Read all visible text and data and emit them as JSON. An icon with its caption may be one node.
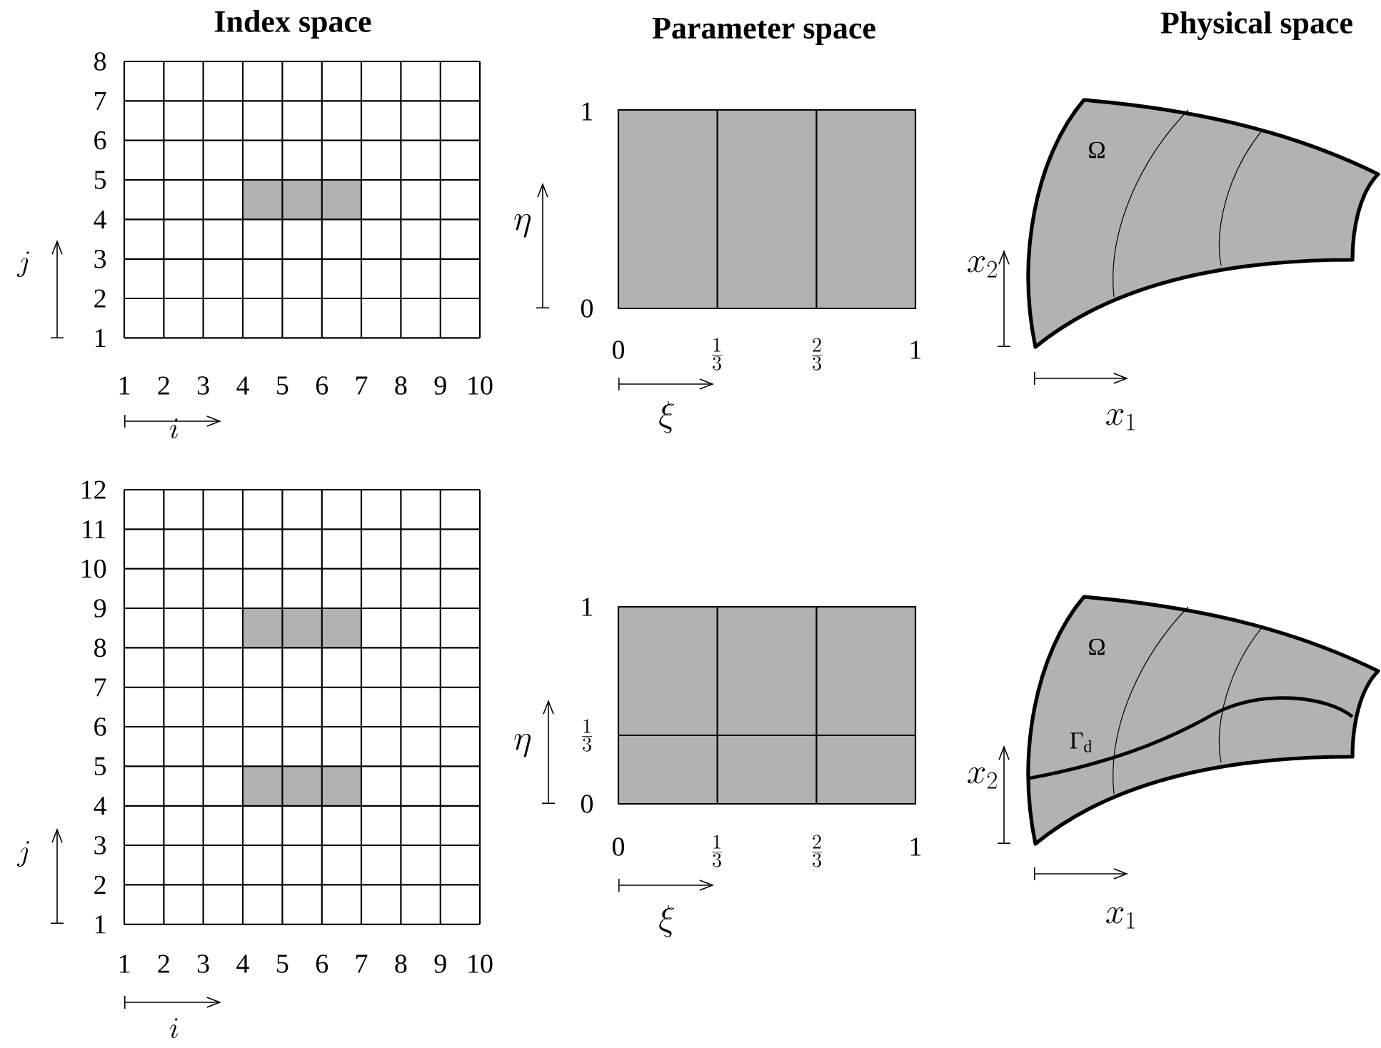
{
  "diagram": {
    "nodes": [
      {
        "text": [
          "Ω"
        ]
      },
      {
        "text": [
          "Ω",
          "Γ$_{d}$"
        ]
      }
    ],
    "labels": [
      "Index space",
      "Parameter space",
      "Physical space",
      "8",
      "7",
      "6",
      "5",
      "4",
      "3",
      "2",
      "1",
      "j",
      "1",
      "2",
      "3",
      "4",
      "5",
      "6",
      "7",
      "8",
      "9",
      "10",
      "i",
      "1",
      "\\eta",
      "0",
      "0",
      "\\frac{1}{3}",
      "\\frac{2}{3}",
      "1",
      "\\xi",
      "x_2",
      "x_1",
      "12",
      "11",
      "10",
      "9",
      "8",
      "7",
      "6",
      "5",
      "4",
      "3",
      "2",
      "1",
      "j",
      "1",
      "2",
      "3",
      "4",
      "5",
      "6",
      "7",
      "8",
      "9",
      "10",
      "i",
      "1",
      "\\eta",
      "\\frac{1}{3}",
      "0",
      "0",
      "\\frac{1}{3}",
      "\\frac{2}{3}",
      "1",
      "\\xi",
      "x_2",
      "x_1"
    ]
  }
}
